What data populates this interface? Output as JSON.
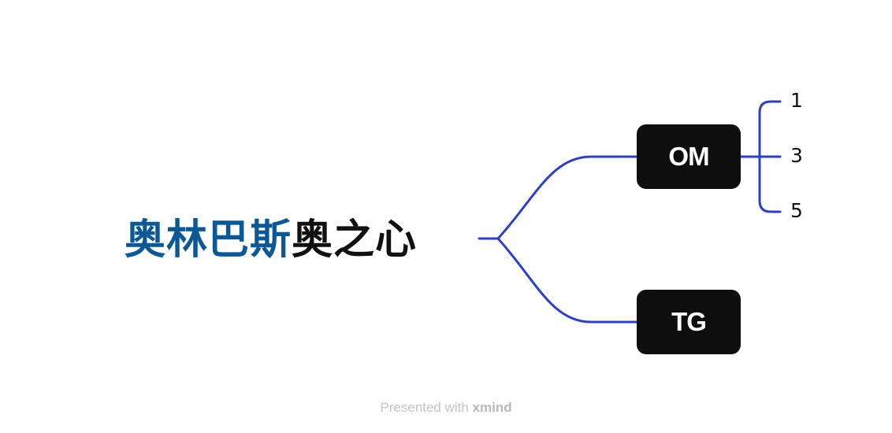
{
  "colors": {
    "connector": "#2a3fce",
    "central_primary": "#0b5897",
    "central_secondary": "#111111",
    "topic_fill": "#0e0e0e",
    "topic_text": "#ffffff",
    "footer_text": "#c4c4c4"
  },
  "central_topic": {
    "part1": "奥林巴斯",
    "part2": "奥之心"
  },
  "topics": [
    {
      "label": "OM",
      "children": [
        "1",
        "3",
        "5"
      ]
    },
    {
      "label": "TG",
      "children": []
    }
  ],
  "footer": {
    "prefix": "Presented with",
    "brand": "xmind"
  }
}
